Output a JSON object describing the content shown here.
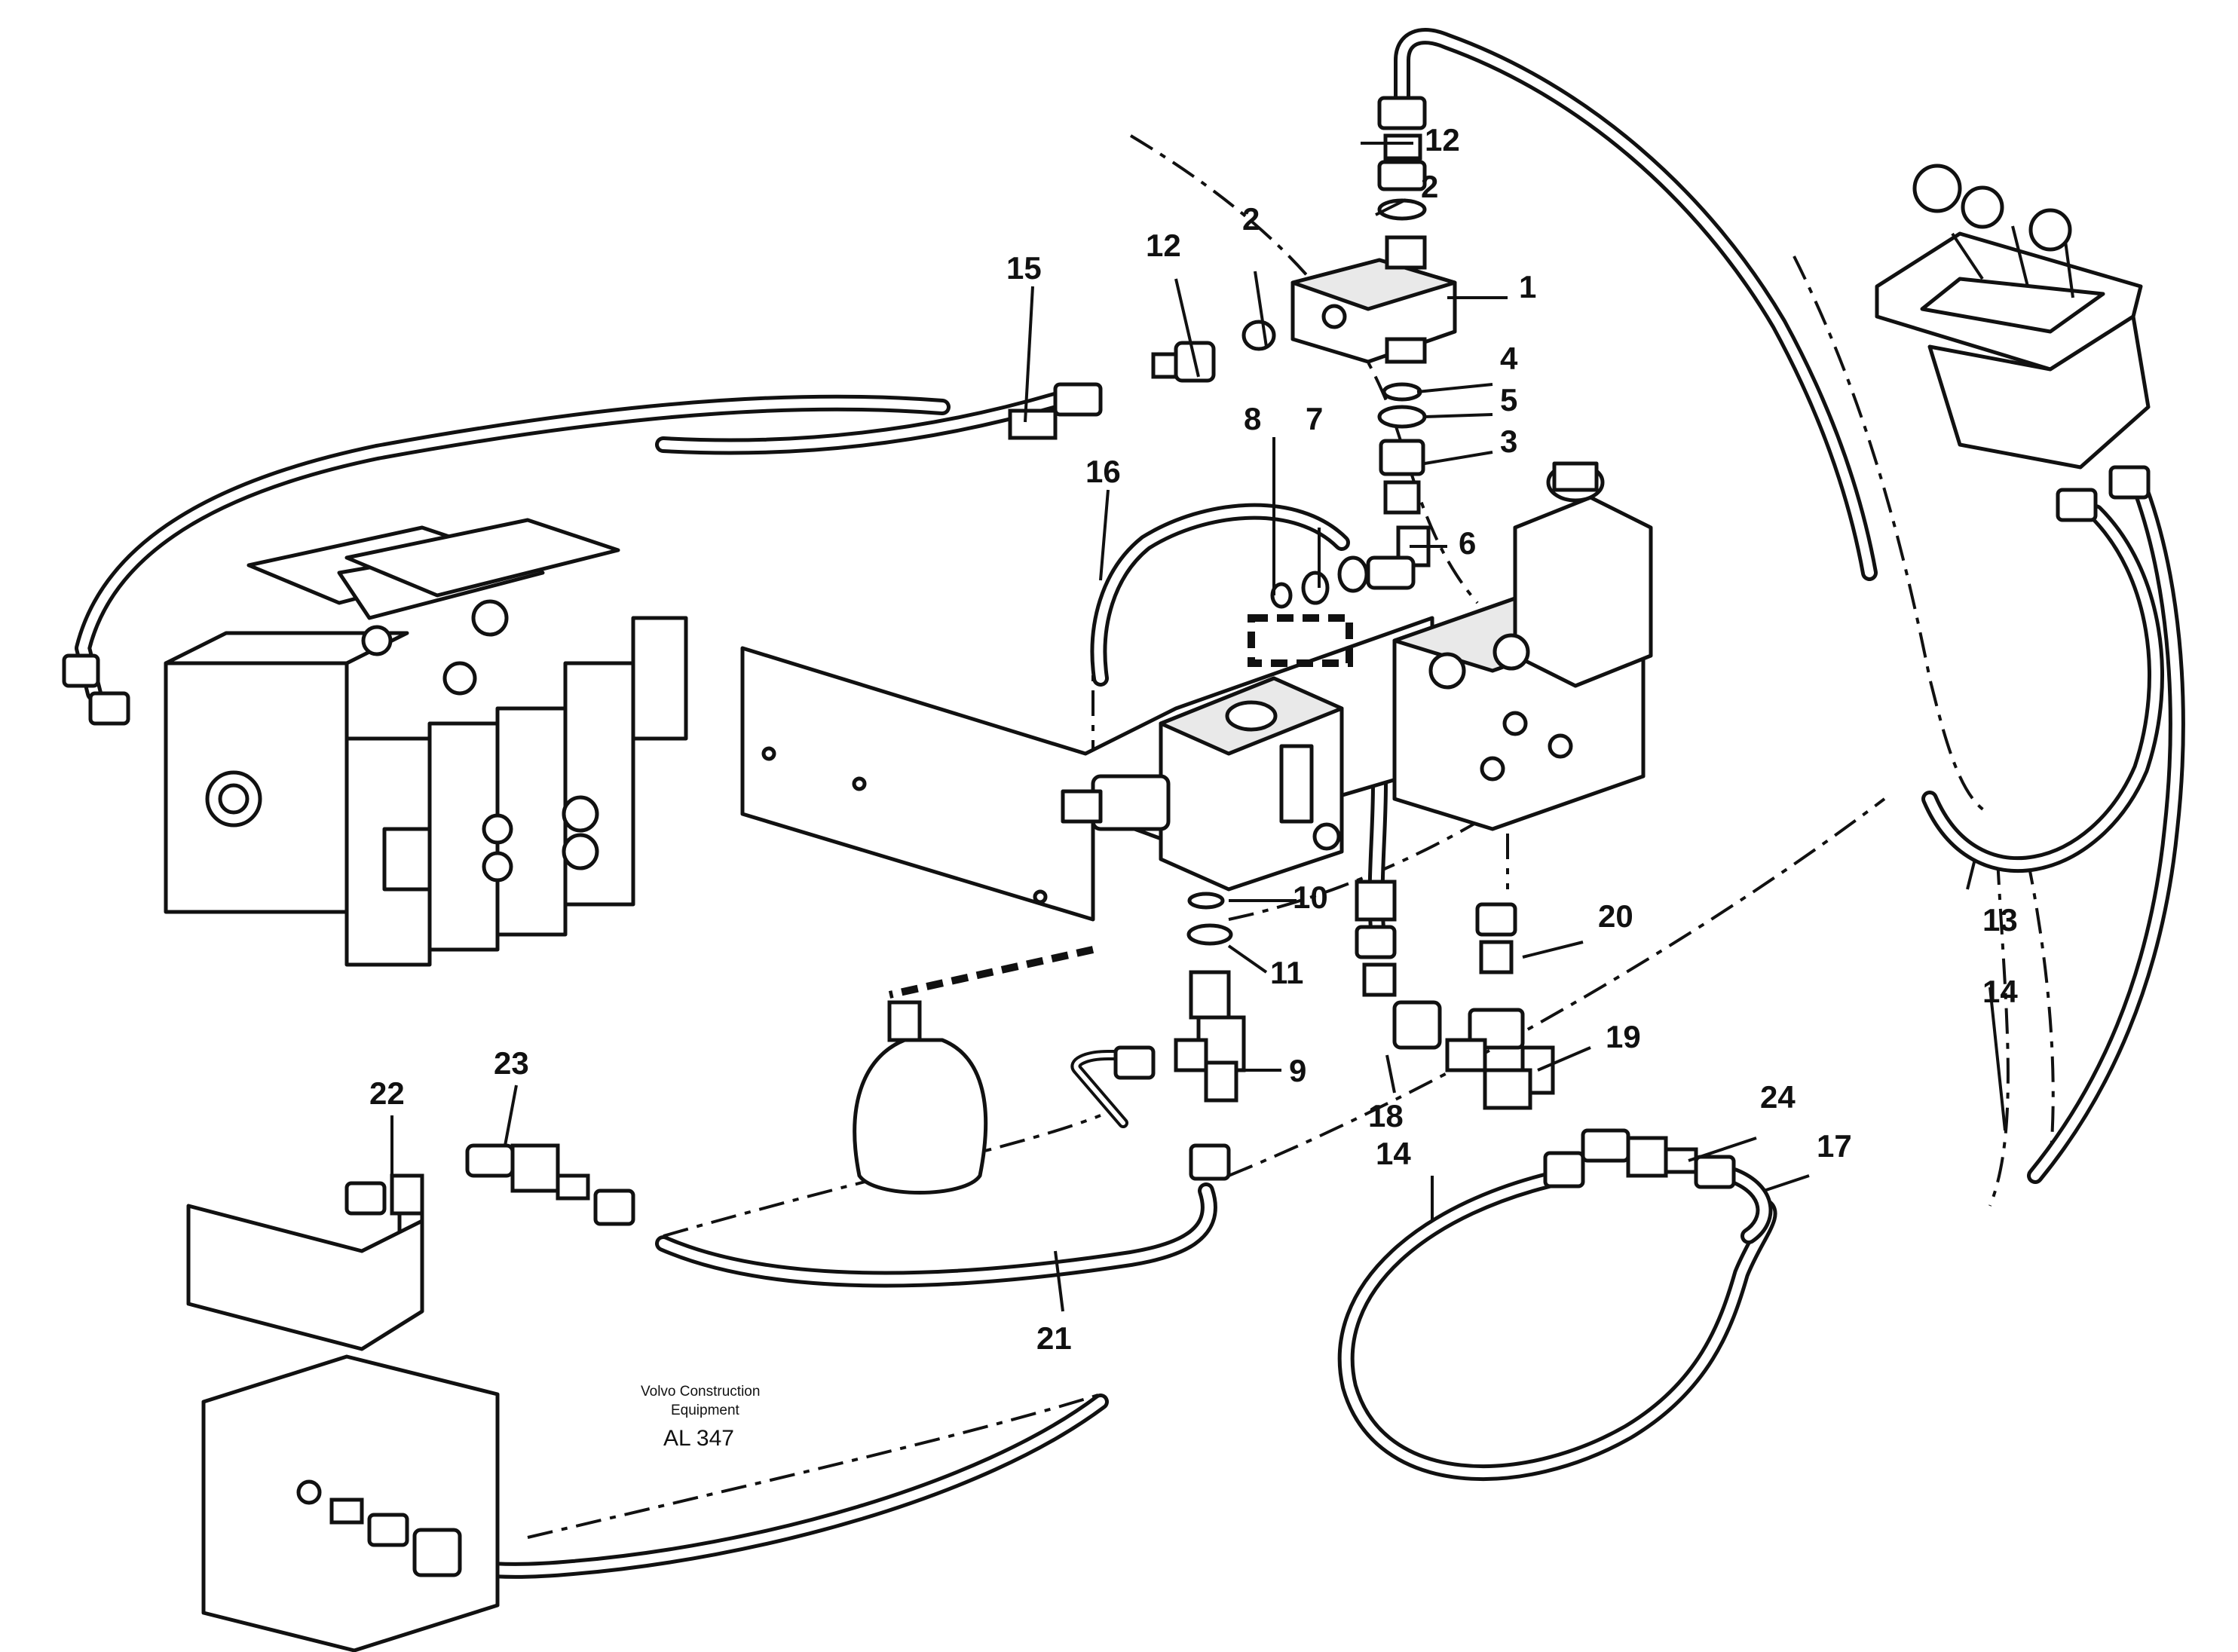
{
  "callouts": [
    {
      "id": "c1",
      "label": "1"
    },
    {
      "id": "c2a",
      "label": "2"
    },
    {
      "id": "c2b",
      "label": "2"
    },
    {
      "id": "c3",
      "label": "3"
    },
    {
      "id": "c4",
      "label": "4"
    },
    {
      "id": "c5",
      "label": "5"
    },
    {
      "id": "c6",
      "label": "6"
    },
    {
      "id": "c7",
      "label": "7"
    },
    {
      "id": "c8",
      "label": "8"
    },
    {
      "id": "c9",
      "label": "9"
    },
    {
      "id": "c10",
      "label": "10"
    },
    {
      "id": "c11",
      "label": "11"
    },
    {
      "id": "c12a",
      "label": "12"
    },
    {
      "id": "c12b",
      "label": "12"
    },
    {
      "id": "c13",
      "label": "13"
    },
    {
      "id": "c14a",
      "label": "14"
    },
    {
      "id": "c14b",
      "label": "14"
    },
    {
      "id": "c15",
      "label": "15"
    },
    {
      "id": "c16",
      "label": "16"
    },
    {
      "id": "c17",
      "label": "17"
    },
    {
      "id": "c18",
      "label": "18"
    },
    {
      "id": "c19",
      "label": "19"
    },
    {
      "id": "c20",
      "label": "20"
    },
    {
      "id": "c21",
      "label": "21"
    },
    {
      "id": "c22",
      "label": "22"
    },
    {
      "id": "c23",
      "label": "23"
    },
    {
      "id": "c24",
      "label": "24"
    }
  ],
  "caption": {
    "line1": "Volvo Construction",
    "line2": "Equipment",
    "reference": "AL 347"
  }
}
